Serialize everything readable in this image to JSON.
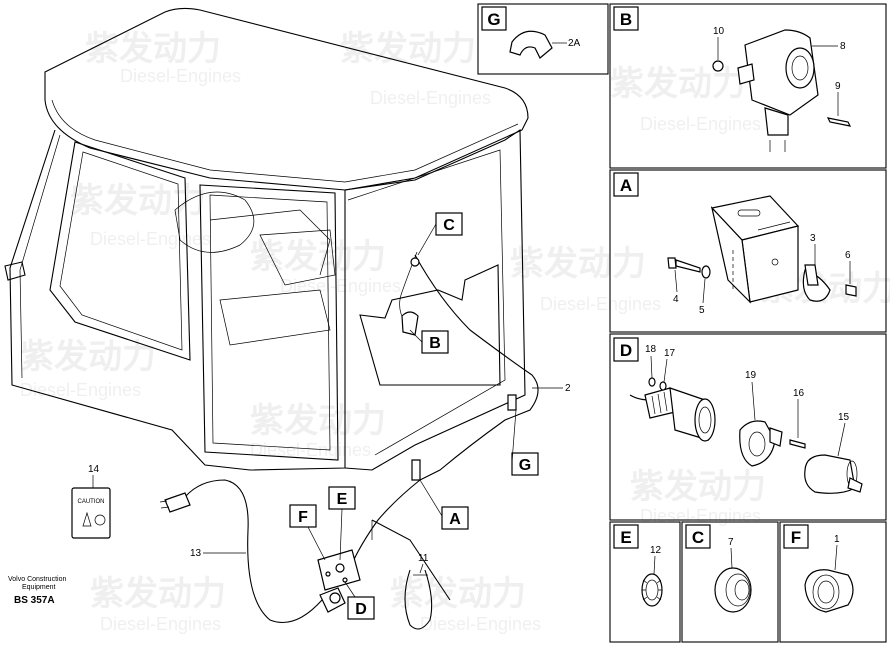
{
  "labels": {
    "n1": "1",
    "n2": "2",
    "n2A": "2A",
    "n3": "3",
    "n4": "4",
    "n5": "5",
    "n6": "6",
    "n7": "7",
    "n8": "8",
    "n9": "9",
    "n10": "10",
    "n11": "11",
    "n12": "12",
    "n13": "13",
    "n14": "14",
    "n15": "15",
    "n16": "16",
    "n17": "17",
    "n18": "18",
    "n19": "19"
  },
  "letters": {
    "A": "A",
    "B": "B",
    "C": "C",
    "D": "D",
    "E": "E",
    "F": "F",
    "G": "G"
  },
  "caution_text": "CAUTION",
  "footer": {
    "company_line1": "Volvo Construction",
    "company_line2": "Equipment",
    "code": "BS 357A"
  },
  "watermark": {
    "cn": "紫发动力",
    "en": "Diesel-Engines"
  }
}
